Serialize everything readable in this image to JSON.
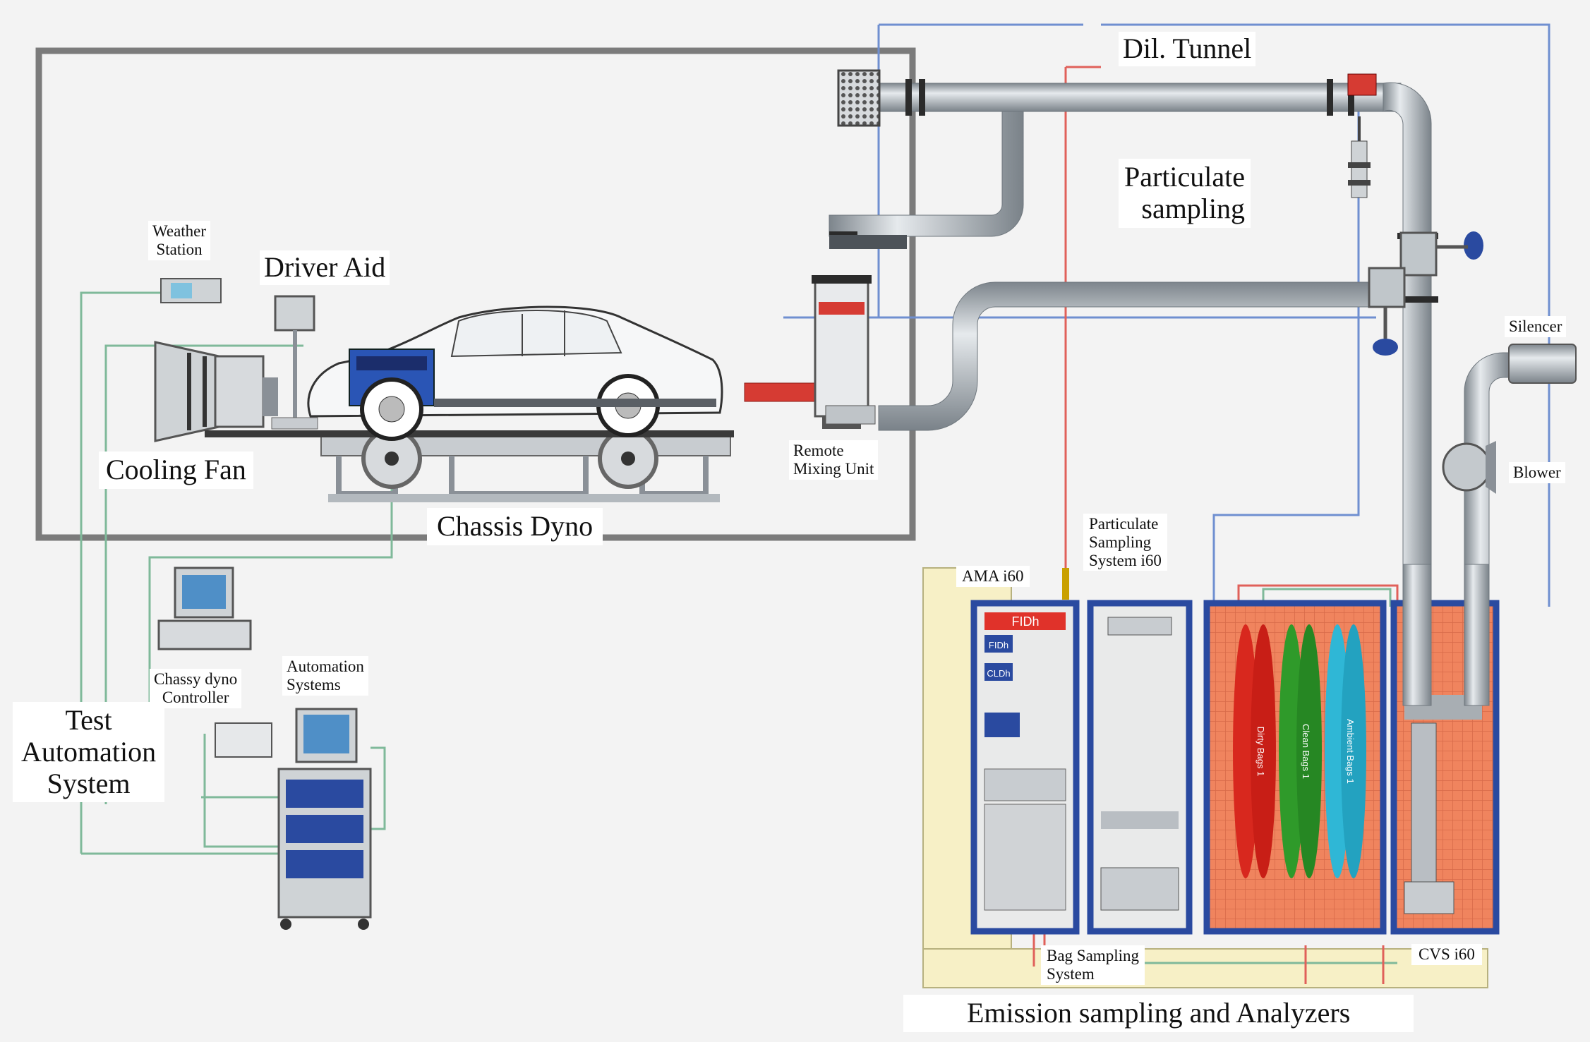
{
  "labels": {
    "dil_tunnel": "Dil. Tunnel",
    "particulate_sampling": [
      "Particulate",
      "sampling"
    ],
    "weather_station": [
      "Weather",
      "Station"
    ],
    "driver_aid": "Driver Aid",
    "silencer": "Silencer",
    "blower": "Blower",
    "cooling_fan": "Cooling Fan",
    "remote_mixing_unit": [
      "Remote",
      "Mixing Unit"
    ],
    "chassis_dyno": "Chassis Dyno",
    "ama": "AMA i60",
    "particulate_sampling_system": [
      "Particulate",
      "Sampling",
      "System i60"
    ],
    "chassy_dyno_controller": [
      "Chassy dyno",
      "Controller"
    ],
    "automation_systems": [
      "Automation",
      "Systems"
    ],
    "test_automation_system": [
      "Test",
      "Automation",
      "System"
    ],
    "bag_sampling_system": [
      "Bag Sampling",
      "System"
    ],
    "cvs": "CVS i60",
    "emission_sampling": "Emission sampling and Analyzers"
  },
  "equipment_text": {
    "fid_top": "FIDh",
    "fid2": "FIDh",
    "cld": "CLDh",
    "bag_dirty": "Dirty Bags 1",
    "bag_clean": "Clean Bags 1",
    "bag_ambient": "Ambient Bags 1"
  },
  "colors": {
    "pipe": "#a9b1b8",
    "line_green": "#7fb99a",
    "line_blue": "#6f8fd0",
    "line_red": "#e0605a",
    "rack_blue": "#2a4aa0",
    "cabinet_orange": "#f08a62",
    "bag_red": "#d8281e",
    "bag_green": "#2f9a2a",
    "bag_cyan": "#2fb7d6",
    "enclosure_yellow": "#f7f0c6"
  }
}
